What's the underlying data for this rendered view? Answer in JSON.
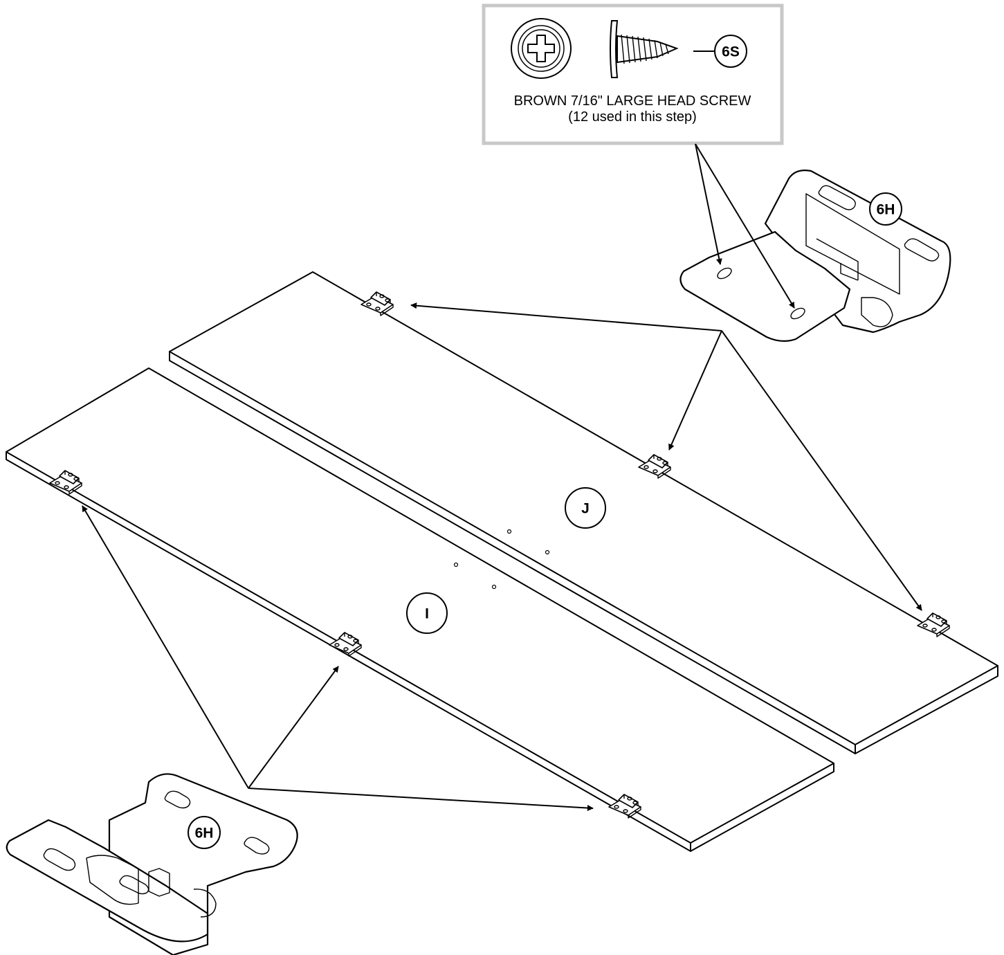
{
  "hardware_box": {
    "screw_part": "6S",
    "description": "BROWN 7/16\" LARGE HEAD SCREW",
    "quantity_note": "(12 used in this step)"
  },
  "hinge_part": "6H",
  "panels": {
    "top": "J",
    "bottom": "I"
  },
  "icons": [
    "screw-head-icon",
    "screw-side-icon",
    "hinge-detail-icon"
  ]
}
